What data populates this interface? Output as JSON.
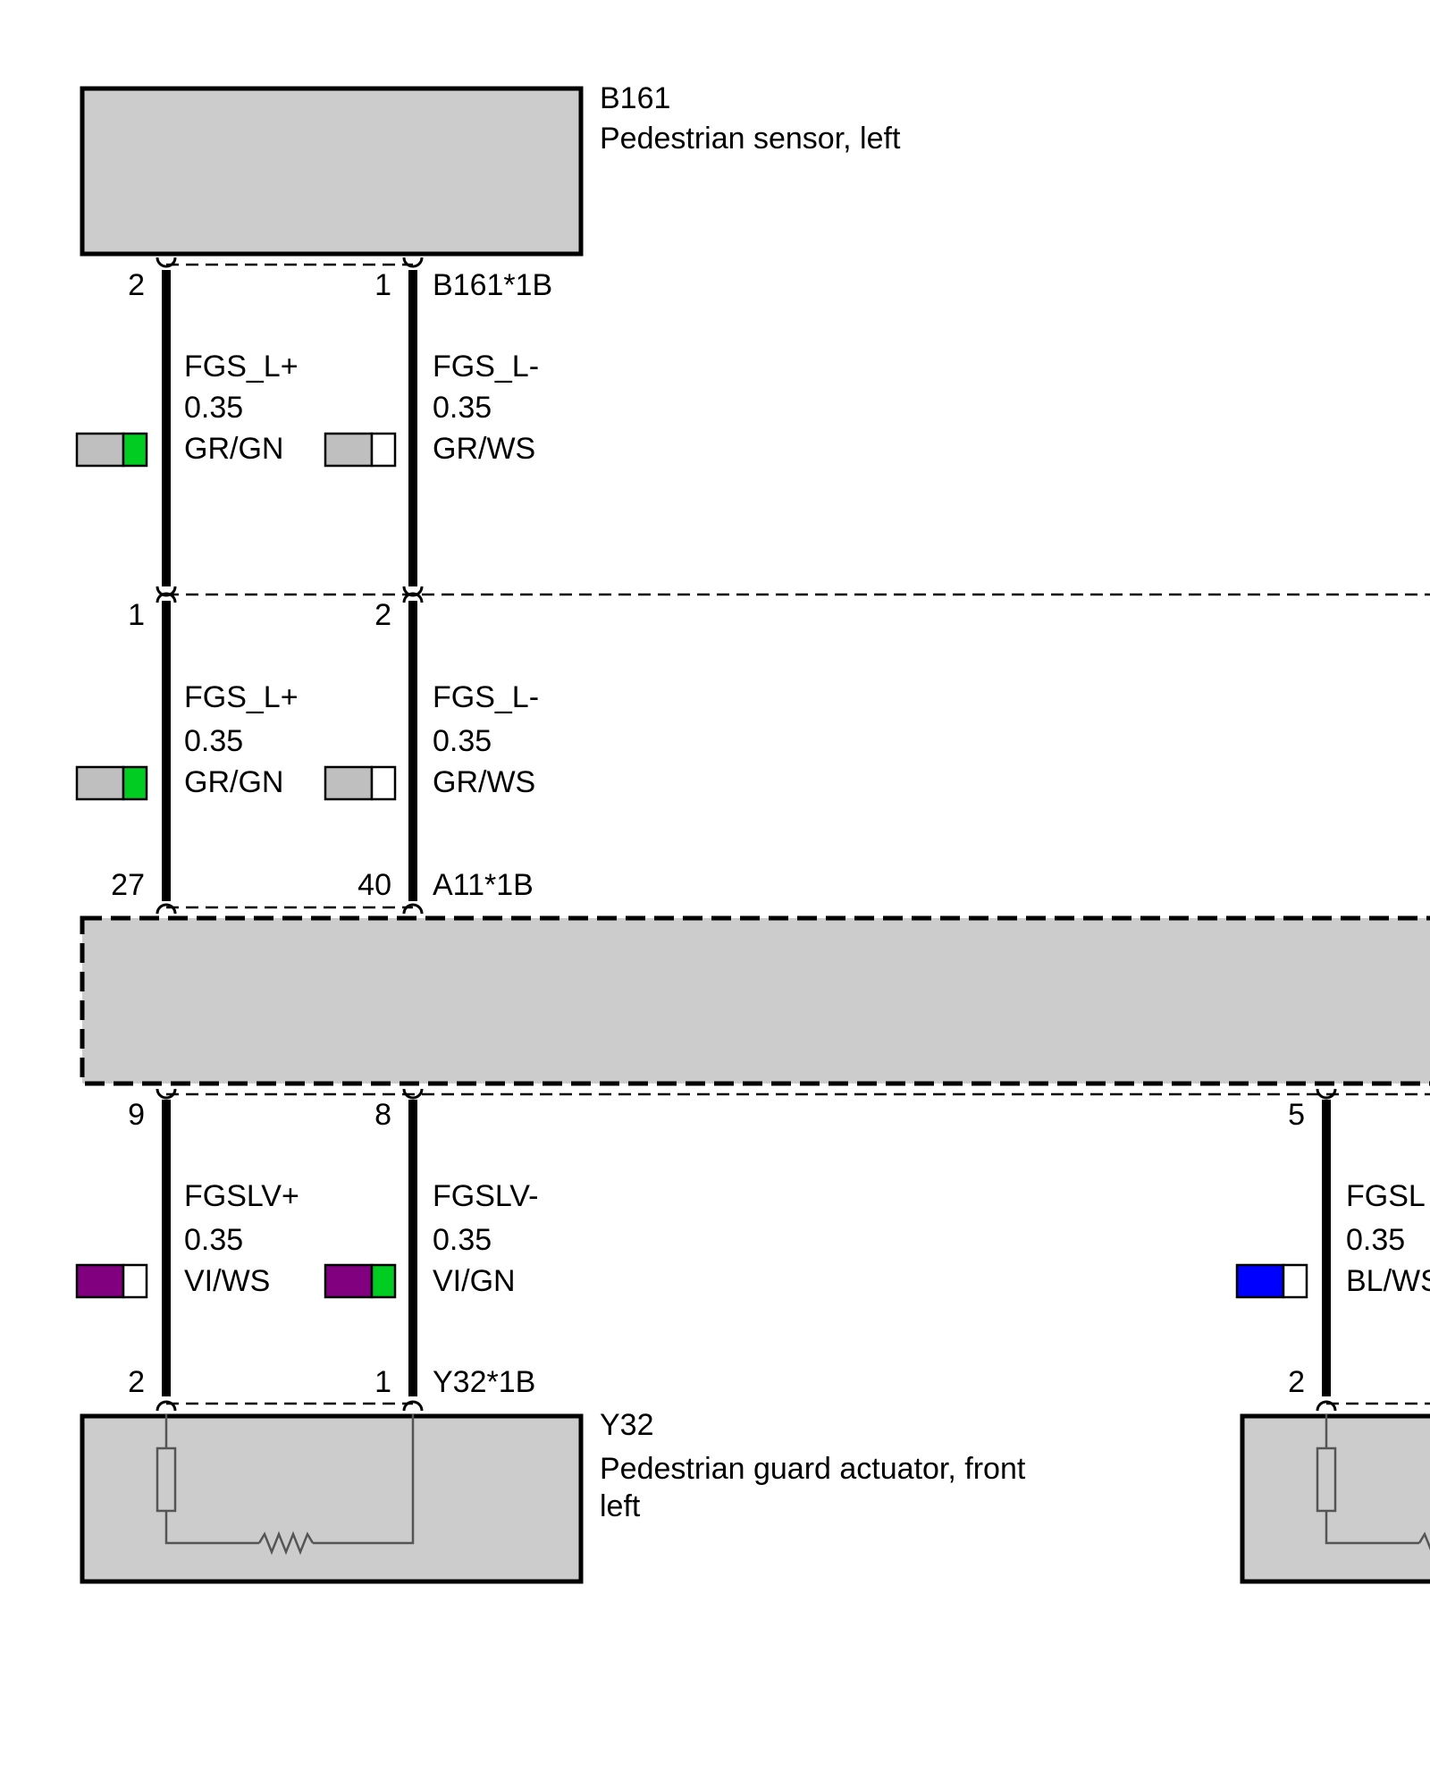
{
  "colors": {
    "background": "#ffffff",
    "component_fill": "#cccccc",
    "wire": "#000000",
    "GR": "#bfbfbf",
    "GN": "#00cc22",
    "WS": "#ffffff",
    "VI": "#800080",
    "BL": "#0000ff"
  },
  "components": {
    "b161": {
      "code": "B161",
      "name": "Pedestrian sensor, left"
    },
    "a11": {
      "code": "",
      "name": ""
    },
    "y32": {
      "code": "Y32",
      "name_line1": "Pedestrian guard actuator, front",
      "name_line2": "left"
    },
    "right_actuator": {
      "code": "",
      "name": ""
    }
  },
  "connectors": {
    "b161_1b": {
      "label": "B161*1B",
      "pin_left": "2",
      "pin_right": "1"
    },
    "mid": {
      "pin_left": "1",
      "pin_right": "2"
    },
    "a11_1b_top": {
      "label": "A11*1B",
      "pin_left": "27",
      "pin_right": "40"
    },
    "a11_bottom": {
      "pin_left": "9",
      "pin_right": "8",
      "pin_far": "5"
    },
    "y32_1b": {
      "label": "Y32*1B",
      "pin_left": "2",
      "pin_right": "1",
      "pin_far": "2"
    }
  },
  "wires": {
    "seg1_left": {
      "signal": "FGS_L+",
      "size": "0.35",
      "color_code": "GR/GN",
      "color1": "GR",
      "color2": "GN"
    },
    "seg1_right": {
      "signal": "FGS_L-",
      "size": "0.35",
      "color_code": "GR/WS",
      "color1": "GR",
      "color2": "WS"
    },
    "seg2_left": {
      "signal": "FGS_L+",
      "size": "0.35",
      "color_code": "GR/GN",
      "color1": "GR",
      "color2": "GN"
    },
    "seg2_right": {
      "signal": "FGS_L-",
      "size": "0.35",
      "color_code": "GR/WS",
      "color1": "GR",
      "color2": "WS"
    },
    "seg3_left": {
      "signal": "FGSLV+",
      "size": "0.35",
      "color_code": "VI/WS",
      "color1": "VI",
      "color2": "WS"
    },
    "seg3_right": {
      "signal": "FGSLV-",
      "size": "0.35",
      "color_code": "VI/GN",
      "color1": "VI",
      "color2": "GN"
    },
    "seg3_far": {
      "signal": "FGSL",
      "size": "0.35",
      "color_code": "BL/WS",
      "color1": "BL",
      "color2": "WS"
    }
  }
}
